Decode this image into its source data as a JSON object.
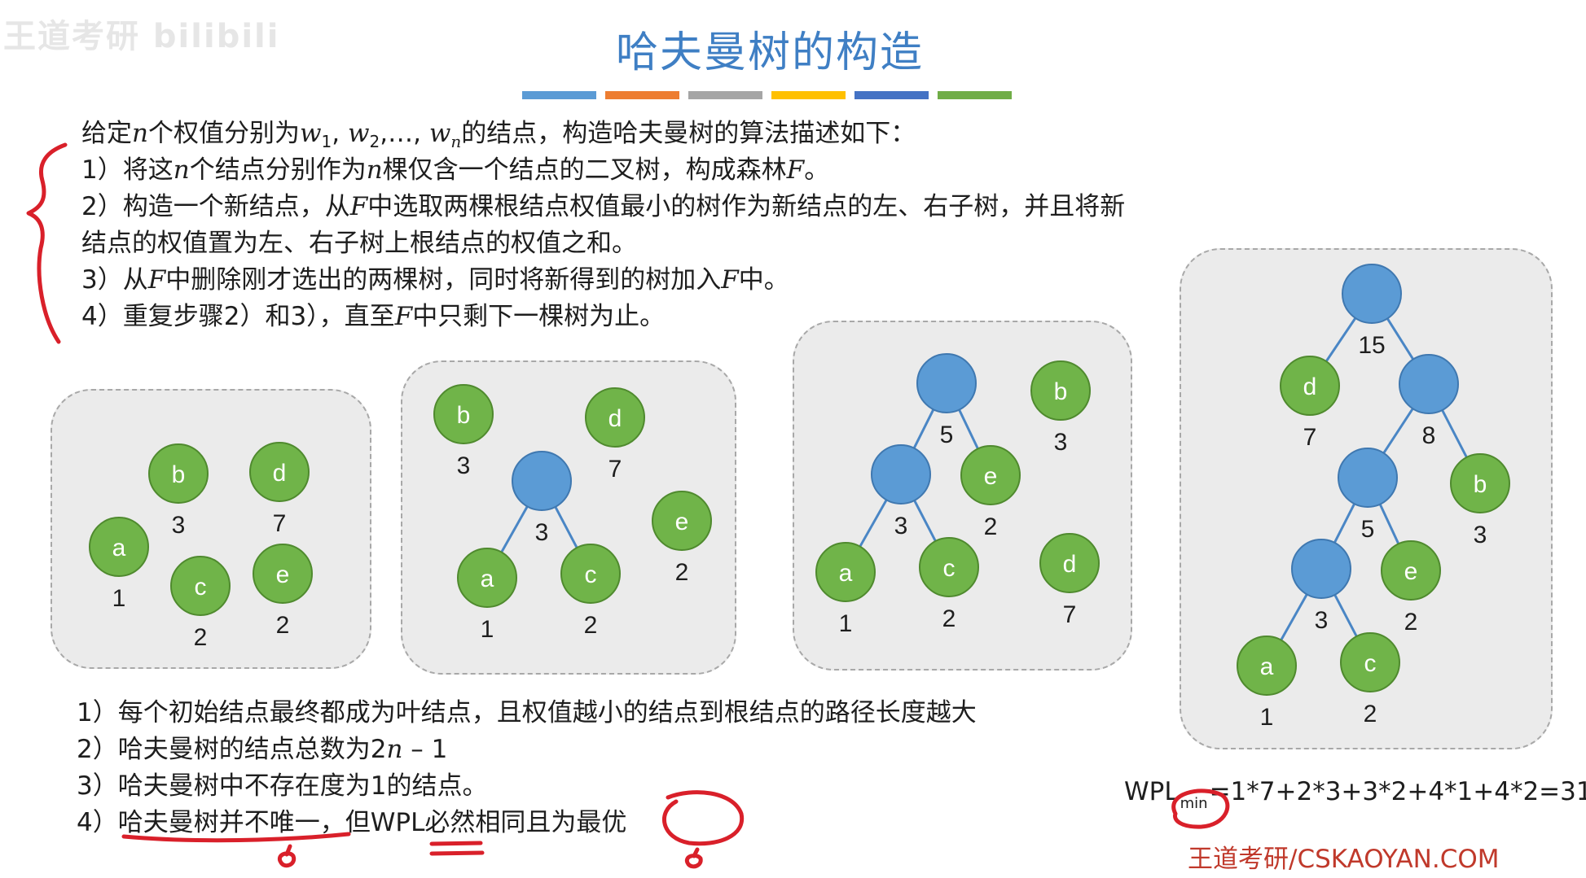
{
  "watermark": "王道考研 bilibili",
  "title": "哈夫曼树的构造",
  "title_bar_colors": [
    "#5b9bd5",
    "#ed7d31",
    "#a5a5a5",
    "#ffc000",
    "#4472c4",
    "#70ad47"
  ],
  "algorithm": {
    "intro_pre": "给定",
    "intro_n": "n",
    "intro_mid": "个权值分别为",
    "w": "w",
    "sub1": "1",
    "sub2": "2",
    "subn": "n",
    "comma_sep": ", ",
    "ellipsis": ",…, ",
    "intro_post": "的结点，构造哈夫曼树的算法描述如下：",
    "step1_pre": "1）将这",
    "step1_mid": "个结点分别作为",
    "step1_post": "棵仅含一个结点的二叉树，构成森林",
    "F": "F",
    "period": "。",
    "step2_pre": "2）构造一个新结点，从",
    "step2_post": "中选取两棵根结点权值最小的树作为新结点的左、右子树，并且将新",
    "step2_line2": "结点的权值置为左、右子树上根结点的权值之和。",
    "step3_pre": "3）从",
    "step3_mid": "中删除刚才选出的两棵树，同时将新得到的树加入",
    "step3_post": "中。",
    "step4_pre": "4）重复步骤2）和3），直至",
    "step4_post": "中只剩下一棵树为止。"
  },
  "properties": {
    "p1": "1）每个初始结点最终都成为叶结点，且权值越小的结点到根结点的路径长度越大",
    "p2_pre": "2）哈夫曼树的结点总数为2",
    "p2_n": "n",
    "p2_post": " – 1",
    "p3": "3）哈夫曼树中不存在度为1的结点。",
    "p4": "4）哈夫曼树并不唯一，但WPL必然相同且为最优"
  },
  "wpl": {
    "label": "WPL",
    "sub": "min",
    "formula": "=1*7+2*3+3*2+4*1+4*2=31"
  },
  "footer": "王道考研/CSKAOYAN.COM",
  "colors": {
    "leaf_fill": "#70b449",
    "leaf_stroke": "#4f8a2e",
    "internal_fill": "#5b9bd5",
    "internal_stroke": "#3f78b0",
    "ink": "#d9202a"
  },
  "trees": [
    {
      "name": "step-1",
      "nodes": [
        {
          "id": "a",
          "label": "a",
          "weight": "1",
          "type": "leaf"
        },
        {
          "id": "b",
          "label": "b",
          "weight": "3",
          "type": "leaf"
        },
        {
          "id": "c",
          "label": "c",
          "weight": "2",
          "type": "leaf"
        },
        {
          "id": "d",
          "label": "d",
          "weight": "7",
          "type": "leaf"
        },
        {
          "id": "e",
          "label": "e",
          "weight": "2",
          "type": "leaf"
        }
      ],
      "edges": []
    },
    {
      "name": "step-2",
      "nodes": [
        {
          "id": "b",
          "label": "b",
          "weight": "3",
          "type": "leaf"
        },
        {
          "id": "d",
          "label": "d",
          "weight": "7",
          "type": "leaf"
        },
        {
          "id": "n3",
          "label": "",
          "weight": "3",
          "type": "internal"
        },
        {
          "id": "e",
          "label": "e",
          "weight": "2",
          "type": "leaf"
        },
        {
          "id": "a",
          "label": "a",
          "weight": "1",
          "type": "leaf"
        },
        {
          "id": "c",
          "label": "c",
          "weight": "2",
          "type": "leaf"
        }
      ],
      "edges": [
        [
          "n3",
          "a"
        ],
        [
          "n3",
          "c"
        ]
      ]
    },
    {
      "name": "step-3",
      "nodes": [
        {
          "id": "n5",
          "label": "",
          "weight": "5",
          "type": "internal"
        },
        {
          "id": "b",
          "label": "b",
          "weight": "3",
          "type": "leaf"
        },
        {
          "id": "n3",
          "label": "",
          "weight": "3",
          "type": "internal"
        },
        {
          "id": "e",
          "label": "e",
          "weight": "2",
          "type": "leaf"
        },
        {
          "id": "a",
          "label": "a",
          "weight": "1",
          "type": "leaf"
        },
        {
          "id": "c",
          "label": "c",
          "weight": "2",
          "type": "leaf"
        },
        {
          "id": "d",
          "label": "d",
          "weight": "7",
          "type": "leaf"
        }
      ],
      "edges": [
        [
          "n5",
          "n3"
        ],
        [
          "n5",
          "e"
        ],
        [
          "n3",
          "a"
        ],
        [
          "n3",
          "c"
        ]
      ]
    },
    {
      "name": "step-4-final",
      "nodes": [
        {
          "id": "n15",
          "label": "",
          "weight": "15",
          "type": "internal"
        },
        {
          "id": "d",
          "label": "d",
          "weight": "7",
          "type": "leaf"
        },
        {
          "id": "n8",
          "label": "",
          "weight": "8",
          "type": "internal"
        },
        {
          "id": "n5",
          "label": "",
          "weight": "5",
          "type": "internal"
        },
        {
          "id": "b",
          "label": "b",
          "weight": "3",
          "type": "leaf"
        },
        {
          "id": "n3",
          "label": "",
          "weight": "3",
          "type": "internal"
        },
        {
          "id": "e",
          "label": "e",
          "weight": "2",
          "type": "leaf"
        },
        {
          "id": "a",
          "label": "a",
          "weight": "1",
          "type": "leaf"
        },
        {
          "id": "c",
          "label": "c",
          "weight": "2",
          "type": "leaf"
        }
      ],
      "edges": [
        [
          "n15",
          "d"
        ],
        [
          "n15",
          "n8"
        ],
        [
          "n8",
          "n5"
        ],
        [
          "n8",
          "b"
        ],
        [
          "n5",
          "n3"
        ],
        [
          "n5",
          "e"
        ],
        [
          "n3",
          "a"
        ],
        [
          "n3",
          "c"
        ]
      ]
    }
  ]
}
